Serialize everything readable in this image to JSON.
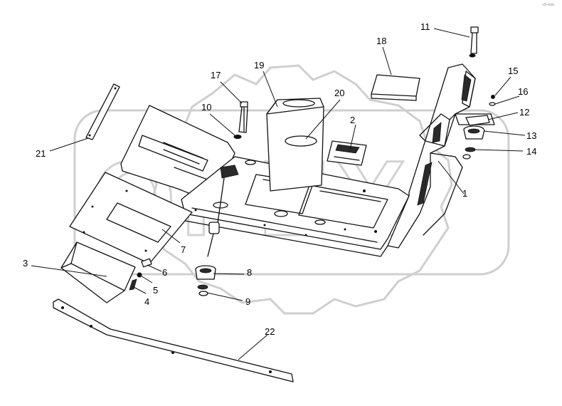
{
  "watermark": {
    "text": "OPEX",
    "color": "#d0d0d0"
  },
  "corner_stamp": "ч5-ооо",
  "callouts": [
    {
      "id": "1",
      "label": "1"
    },
    {
      "id": "2",
      "label": "2"
    },
    {
      "id": "3",
      "label": "3"
    },
    {
      "id": "4",
      "label": "4"
    },
    {
      "id": "5",
      "label": "5"
    },
    {
      "id": "6",
      "label": "6"
    },
    {
      "id": "7",
      "label": "7"
    },
    {
      "id": "8",
      "label": "8"
    },
    {
      "id": "9",
      "label": "9"
    },
    {
      "id": "10",
      "label": "10"
    },
    {
      "id": "11",
      "label": "11"
    },
    {
      "id": "12",
      "label": "12"
    },
    {
      "id": "13",
      "label": "13"
    },
    {
      "id": "14",
      "label": "14"
    },
    {
      "id": "15",
      "label": "15"
    },
    {
      "id": "16",
      "label": "16"
    },
    {
      "id": "17",
      "label": "17"
    },
    {
      "id": "18",
      "label": "18"
    },
    {
      "id": "19",
      "label": "19"
    },
    {
      "id": "20",
      "label": "20"
    },
    {
      "id": "21",
      "label": "21"
    },
    {
      "id": "22",
      "label": "22"
    }
  ]
}
